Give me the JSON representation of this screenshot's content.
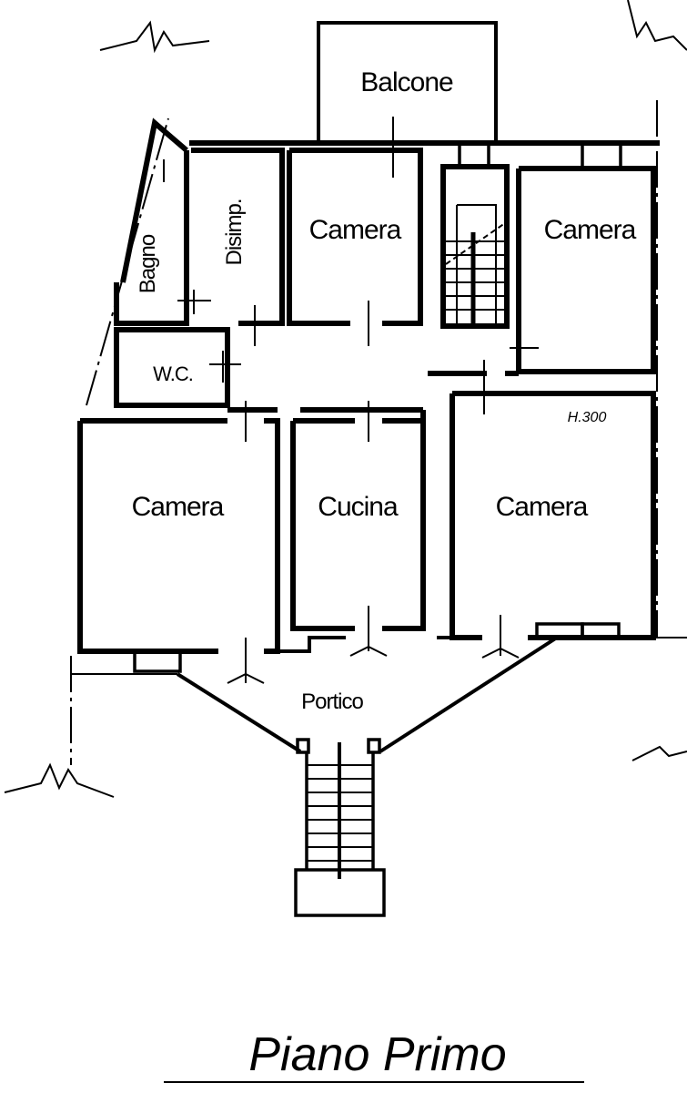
{
  "plan": {
    "rooms": {
      "balcone": "Balcone",
      "bagno": "Bagno",
      "disimp": "Disimp.",
      "camera_top_center": "Camera",
      "camera_top_right": "Camera",
      "wc": "W.C.",
      "camera_left": "Camera",
      "cucina": "Cucina",
      "camera_right": "Camera",
      "portico": "Portico"
    },
    "height_note": "H.300",
    "title": "Piano Primo"
  }
}
